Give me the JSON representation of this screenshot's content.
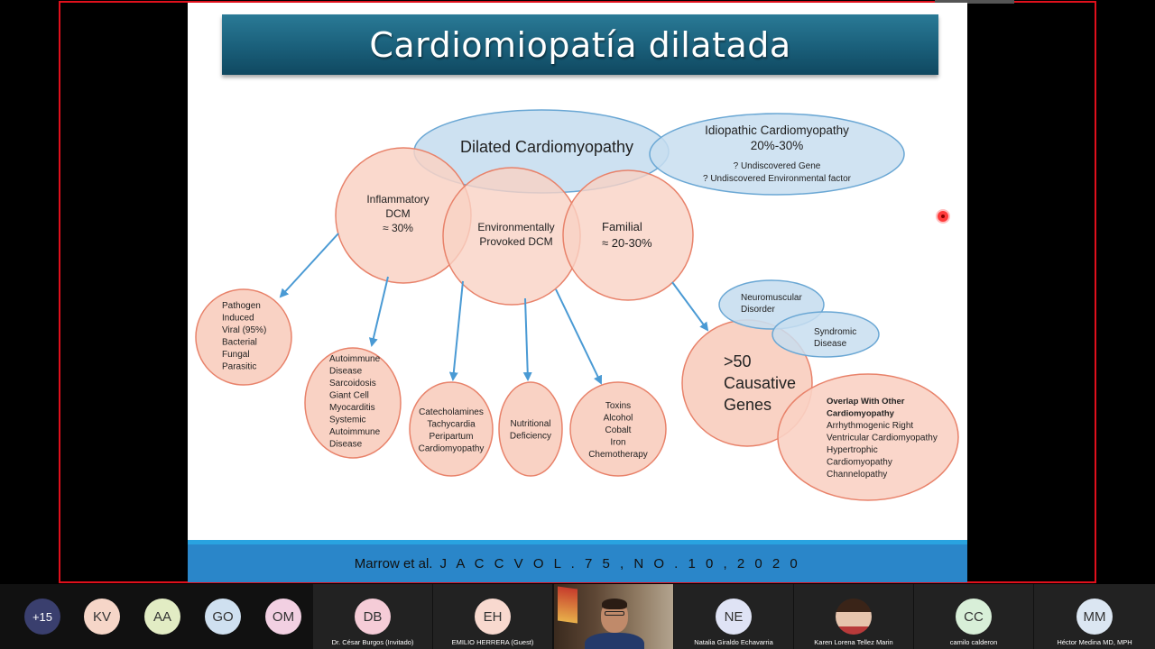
{
  "slide": {
    "title": "Cardiomiopatía dilatada",
    "footer_author": "Marrow et al.",
    "footer_journal": "J A C C  V O L . 7 5 , N O . 1 0 , 2 0 2 0"
  },
  "diagram": {
    "dcm": "Dilated Cardiomyopathy",
    "idiopathic": [
      "Idiopathic Cardiomyopathy",
      "20%-30%"
    ],
    "idiopathic_sub": [
      "? Undiscovered Gene",
      "? Undiscovered Environmental factor"
    ],
    "inflammatory": [
      "Inflammatory",
      "DCM",
      "≈ 30%"
    ],
    "environmental": [
      "Environmentally",
      "Provoked DCM"
    ],
    "familial": [
      "Familial",
      "≈ 20-30%"
    ],
    "pathogen": [
      "Pathogen",
      "Induced",
      "Viral (95%)",
      "Bacterial",
      "Fungal",
      "Parasitic"
    ],
    "autoimmune": [
      "Autoimmune",
      "Disease",
      "Sarcoidosis",
      "Giant Cell",
      "Myocarditis",
      "Systemic",
      "Autoimmune",
      "Disease"
    ],
    "catecholamines": [
      "Catecholamines",
      "Tachycardia",
      "Peripartum",
      "Cardiomyopathy"
    ],
    "nutritional": [
      "Nutritional",
      "Deficiency"
    ],
    "toxins": [
      "Toxins",
      "Alcohol",
      "Cobalt",
      "Iron",
      "Chemotherapy"
    ],
    "genes": [
      ">50",
      "Causative",
      "Genes"
    ],
    "neuromuscular": [
      "Neuromuscular",
      "Disorder"
    ],
    "syndromic": [
      "Syndromic",
      "Disease"
    ],
    "overlap_bold": [
      "Overlap With Other",
      "Cardiomyopathy"
    ],
    "overlap": [
      "Arrhythmogenic Right",
      "Ventricular Cardiomyopathy",
      "Hypertrophic",
      "Cardiomyopathy",
      "Channelopathy"
    ]
  },
  "participants": {
    "more_count": "+15",
    "list": [
      {
        "initials": "KV",
        "name": "",
        "color": "#f6d6c8"
      },
      {
        "initials": "AA",
        "name": "",
        "color": "#e2ecc4"
      },
      {
        "initials": "GO",
        "name": "",
        "color": "#cfe0f0"
      },
      {
        "initials": "OM",
        "name": "",
        "color": "#f2d0e2"
      },
      {
        "initials": "DB",
        "name": "Dr. César Burgos (Invitado)",
        "color": "#f5ccd7"
      },
      {
        "initials": "EH",
        "name": "EMILIO HERRERA (Guest)",
        "color": "#f8d9cf"
      },
      {
        "initials": "NE",
        "name": "Natalia Giraldo Echavarria",
        "color": "#dfe3f5"
      },
      {
        "initials": "",
        "name": "Karen Lorena Tellez Marin",
        "color": "#e8c9b2"
      },
      {
        "initials": "CC",
        "name": "camilo calderon",
        "color": "#d8efd8"
      },
      {
        "initials": "MM",
        "name": "Héctor Medina MD, MPH",
        "color": "#dbe6f2"
      }
    ]
  },
  "colors": {
    "salmon_fill": "#f9d2c4",
    "salmon_stroke": "#e8826a",
    "blue_fill": "#c8def0",
    "blue_stroke": "#6aa7d4",
    "arrow": "#4a9ad4",
    "share_border": "#e0101c"
  }
}
